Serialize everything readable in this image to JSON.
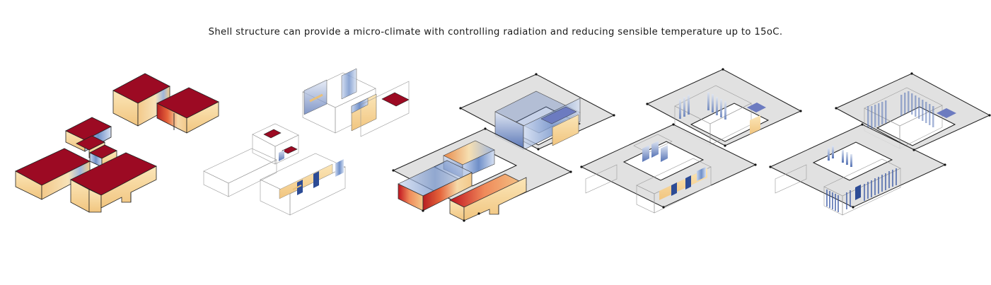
{
  "caption": "Shell structure can provide a micro-climate with controlling radiation and reducing sensible temperature up to 15oC.",
  "colors": {
    "roof_hot": "#9c0a23",
    "wall_warm": "#f5cf8e",
    "wall_cool": "#6f8fc8",
    "wall_cold": "#2d4c96",
    "shell_plane": "#dcdcdc",
    "line": "#1b1b1b"
  },
  "diagrams": [
    {
      "stage": "1"
    },
    {
      "stage": "2"
    },
    {
      "stage": "3"
    },
    {
      "stage": "4"
    },
    {
      "stage": "5"
    }
  ]
}
